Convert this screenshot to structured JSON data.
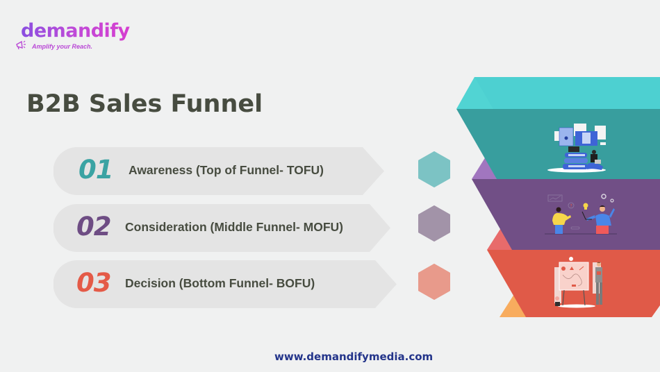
{
  "brand": {
    "name": "demandify",
    "tagline": "Amplify your Reach.",
    "icon": "megaphone-icon",
    "gradient": [
      "#8a4fe0",
      "#d63ecf"
    ]
  },
  "title": "B2B Sales Funnel",
  "stages": [
    {
      "number": "01",
      "label": "Awareness (Top of Funnel- TOFU)",
      "color": "#3aa3a3",
      "hex_color": "#7cc3c4",
      "illustration": "studying-person-illustration"
    },
    {
      "number": "02",
      "label": "Consideration (Middle Funnel- MOFU)",
      "color": "#6e4d84",
      "hex_color": "#a293a8",
      "illustration": "two-people-discussing-illustration"
    },
    {
      "number": "03",
      "label": "Decision (Bottom Funnel- BOFU)",
      "color": "#e45a47",
      "hex_color": "#e89a8b",
      "illustration": "presentation-board-illustration"
    }
  ],
  "funnel_colors": {
    "teal_top": "#4dd0d1",
    "teal_front": "#389e9e",
    "purple_top": "#a176bf",
    "purple_front": "#714f86",
    "red_top": "#e86b6b",
    "red_front": "#e05a48",
    "orange_top": "#f8ac5e"
  },
  "footer": {
    "url": "www.demandifymedia.com"
  }
}
